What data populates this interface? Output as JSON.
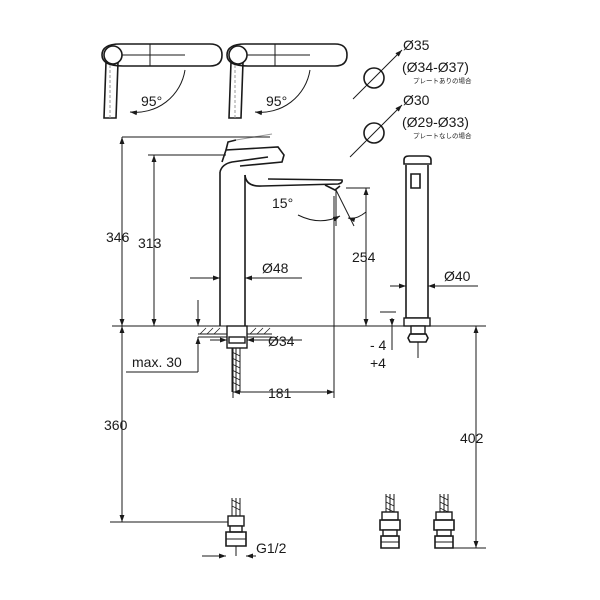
{
  "drawing": {
    "handle_angle_left": "95°",
    "handle_angle_right": "95°",
    "hole_dia_a": "Ø35",
    "hole_range_a": "(Ø34-Ø37)",
    "note_a": "プレートありの場合",
    "hole_dia_b": "Ø30",
    "hole_range_b": "(Ø29-Ø33)",
    "note_b": "プレートなしの場合",
    "height_total": "346",
    "height_spout_top": "313",
    "spout_angle": "15°",
    "spout_height": "254",
    "body_dia": "Ø48",
    "side_dia": "Ø40",
    "shank_dia": "Ø34",
    "tol_minus": "- 4",
    "tol_plus": "+4",
    "max_thickness": "max. 30",
    "reach": "181",
    "hose_length_left": "360",
    "hose_length_right": "402",
    "thread": "G1/2"
  }
}
